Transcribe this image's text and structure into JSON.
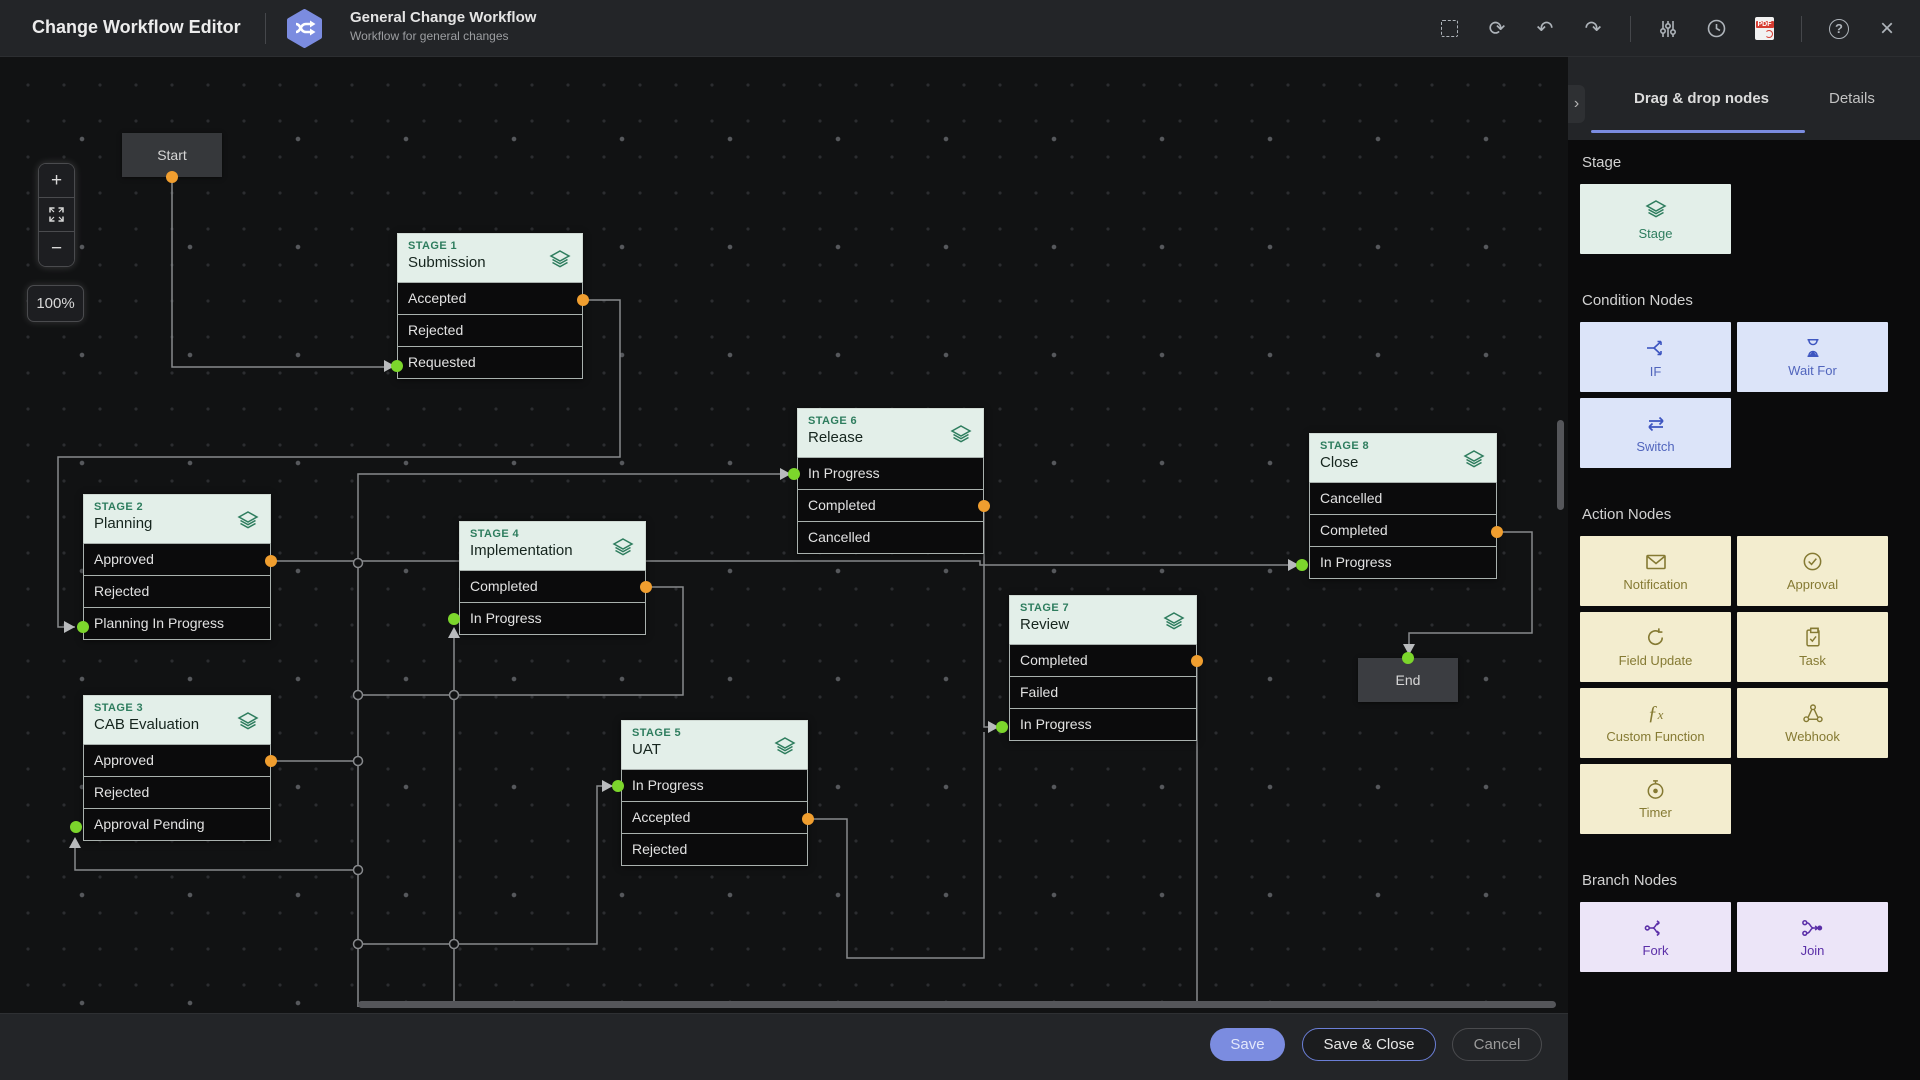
{
  "header": {
    "app_title": "Change Workflow Editor",
    "workflow_name": "General Change Workflow",
    "workflow_subtitle": "Workflow for general changes",
    "toolbar_icons": [
      "marquee-select",
      "refresh",
      "undo",
      "redo",
      "tune-sliders",
      "history",
      "export-pdf",
      "help",
      "close"
    ]
  },
  "canvas": {
    "zoom_level": "100%",
    "zoom_in_label": "+",
    "zoom_out_label": "−",
    "start_label": "Start",
    "end_label": "End",
    "stages": [
      {
        "tag": "STAGE 1",
        "name": "Submission",
        "rows": [
          "Accepted",
          "Rejected",
          "Requested"
        ]
      },
      {
        "tag": "STAGE 2",
        "name": "Planning",
        "rows": [
          "Approved",
          "Rejected",
          "Planning In Progress"
        ]
      },
      {
        "tag": "STAGE 3",
        "name": "CAB Evaluation",
        "rows": [
          "Approved",
          "Rejected",
          "Approval Pending"
        ]
      },
      {
        "tag": "STAGE 4",
        "name": "Implementation",
        "rows": [
          "Completed",
          "In Progress"
        ]
      },
      {
        "tag": "STAGE 5",
        "name": "UAT",
        "rows": [
          "In Progress",
          "Accepted",
          "Rejected"
        ]
      },
      {
        "tag": "STAGE 6",
        "name": "Release",
        "rows": [
          "In Progress",
          "Completed",
          "Cancelled"
        ]
      },
      {
        "tag": "STAGE 7",
        "name": "Review",
        "rows": [
          "Completed",
          "Failed",
          "In Progress"
        ]
      },
      {
        "tag": "STAGE 8",
        "name": "Close",
        "rows": [
          "Cancelled",
          "Completed",
          "In Progress"
        ]
      }
    ],
    "edges": [
      {
        "from": "Start",
        "to": "Submission.Requested"
      },
      {
        "from": "Submission.Accepted",
        "to": "Planning.Planning In Progress"
      },
      {
        "from": "Planning.Approved",
        "to": "Close.In Progress"
      },
      {
        "from": "CAB Evaluation.Approved",
        "to": "Release.In Progress"
      },
      {
        "from": "CAB Evaluation.Approved",
        "to": "Implementation.In Progress"
      },
      {
        "from": "CAB Evaluation.Approved",
        "to": "UAT.In Progress"
      },
      {
        "from": "Implementation.Completed",
        "to": "CAB Evaluation.Approval Pending"
      },
      {
        "from": "Release.Completed",
        "to": "Review.In Progress"
      },
      {
        "from": "UAT.Accepted",
        "to": "Review.In Progress"
      },
      {
        "from": "Close.Completed",
        "to": "End"
      }
    ]
  },
  "sidebar": {
    "tabs": [
      {
        "label": "Drag & drop nodes"
      },
      {
        "label": "Details"
      }
    ],
    "sections": [
      {
        "title": "Stage",
        "tiles": [
          {
            "label": "Stage",
            "icon": "layers-icon"
          }
        ]
      },
      {
        "title": "Condition Nodes",
        "tiles": [
          {
            "label": "IF",
            "icon": "if-branch-icon"
          },
          {
            "label": "Wait For",
            "icon": "hourglass-icon"
          },
          {
            "label": "Switch",
            "icon": "double-arrow-icon"
          }
        ]
      },
      {
        "title": "Action Nodes",
        "tiles": [
          {
            "label": "Notification",
            "icon": "envelope-icon"
          },
          {
            "label": "Approval",
            "icon": "check-circle-icon"
          },
          {
            "label": "Field Update",
            "icon": "sync-icon"
          },
          {
            "label": "Task",
            "icon": "clipboard-icon"
          },
          {
            "label": "Custom Function",
            "icon": "fx-icon"
          },
          {
            "label": "Webhook",
            "icon": "webhook-icon"
          },
          {
            "label": "Timer",
            "icon": "stopwatch-icon"
          }
        ]
      },
      {
        "title": "Branch Nodes",
        "tiles": [
          {
            "label": "Fork",
            "icon": "fork-icon"
          },
          {
            "label": "Join",
            "icon": "join-icon"
          }
        ]
      }
    ]
  },
  "footer": {
    "save_label": "Save",
    "save_close_label": "Save & Close",
    "cancel_label": "Cancel"
  },
  "colors": {
    "accent": "#7b8ce0",
    "stage_green": "#2e7d5e",
    "stage_header_bg": "#e3efe9",
    "condition_tile_bg": "#dce4f9",
    "action_tile_bg": "#f3edcf",
    "branch_tile_bg": "#ece5f8",
    "connector": "#87898c",
    "output_dot": "#f09e2f",
    "input_dot": "#7cd62c"
  }
}
